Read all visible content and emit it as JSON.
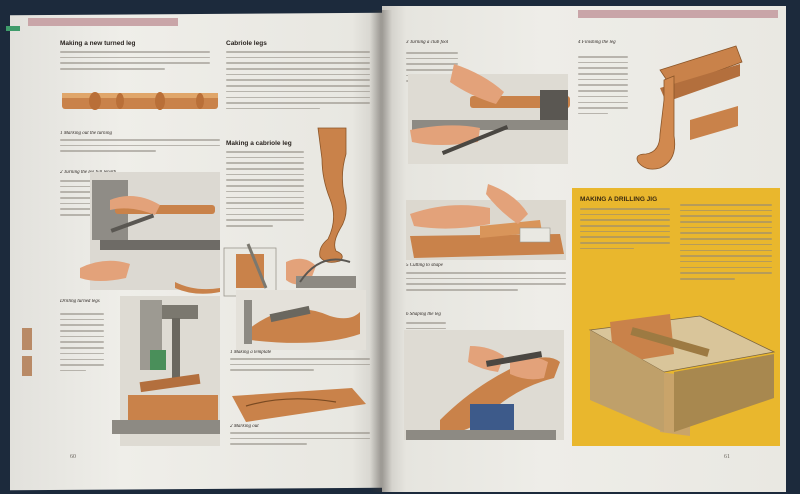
{
  "left_page": {
    "sections": [
      {
        "heading": "Making a new turned leg",
        "step_titles": [
          "1 Marking out the turning",
          "2 Turning the leg full length"
        ]
      },
      {
        "heading": "Drilling turned legs"
      },
      {
        "heading": "Cabriole legs",
        "sub_heading": "Making a cabriole leg",
        "step_titles": [
          "1 Making a template",
          "2 Marking out"
        ]
      }
    ],
    "page_number": "60"
  },
  "right_page": {
    "step_titles": [
      "3 Turning a club foot",
      "4 Finishing the leg",
      "5 Cutting to shape",
      "6 Shaping the leg"
    ],
    "box_heading": "MAKING A DRILLING JIG",
    "page_number": "61"
  },
  "colors": {
    "accent_yellow": "#e9b72d",
    "banner_pink": "#c9a5a8",
    "wood": "#c9824a",
    "background": "#1c2a3c"
  }
}
